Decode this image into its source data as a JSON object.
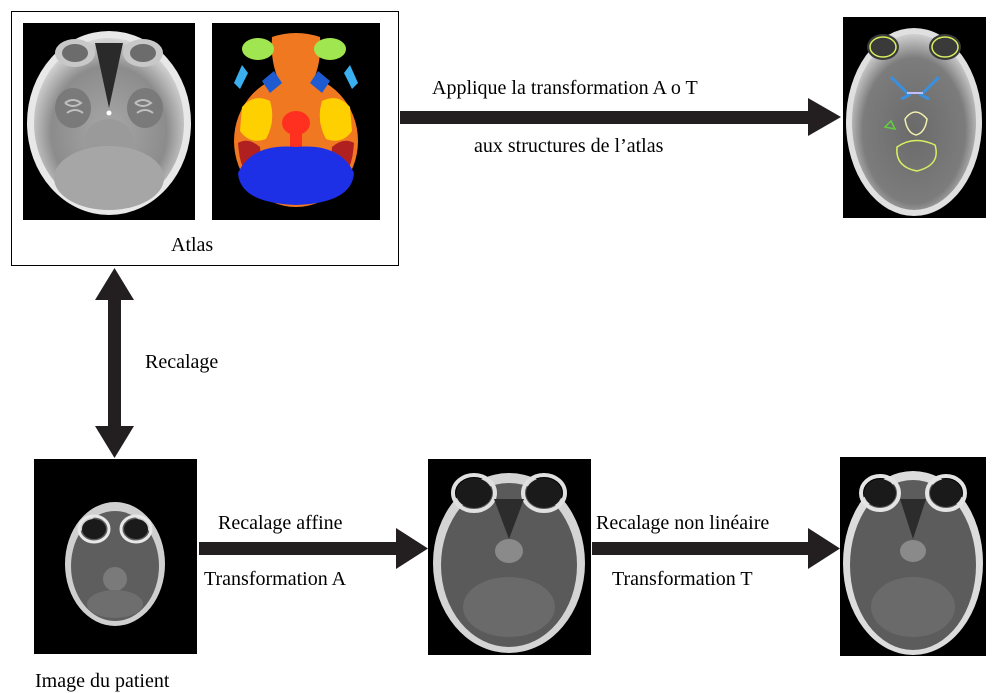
{
  "atlas": {
    "label": "Atlas"
  },
  "top_arrow": {
    "line1": "Applique la transformation A o T",
    "line2": "aux structures de l’atlas"
  },
  "registration": {
    "label": "Recalage"
  },
  "patient": {
    "label": "Image du patient"
  },
  "affine": {
    "line1": "Recalage affine",
    "line2": "Transformation A"
  },
  "nonlinear": {
    "line1": "Recalage non linéaire",
    "line2": "Transformation T"
  },
  "colors": {
    "arrow": "#231f20",
    "frame": "#000000",
    "ventricle_blue": "#1e30e6",
    "tissue_orange": "#f07820",
    "eye_green": "#a0e650",
    "contour_yellow": "#d8f060"
  }
}
